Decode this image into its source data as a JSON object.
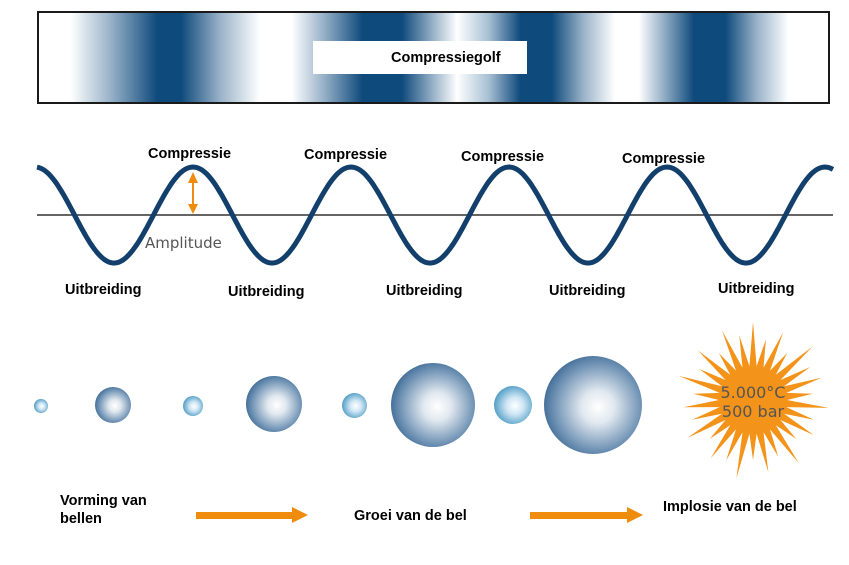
{
  "compression_wave": {
    "label": "Compressiegolf"
  },
  "wave": {
    "compression_labels": [
      "Compressie",
      "Compressie",
      "Compressie",
      "Compressie"
    ],
    "expansion_labels": [
      "Uitbreiding",
      "Uitbreiding",
      "Uitbreiding",
      "Uitbreiding",
      "Uitbreiding"
    ],
    "amplitude_label": "Amplitude"
  },
  "implosion": {
    "temperature": "5.000°C",
    "pressure": "500 bar"
  },
  "stages": {
    "formation": "Vorming van bellen",
    "growth": "Groei van de bel",
    "implosion": "Implosie van de bel"
  },
  "colors": {
    "wave": "#123f6b",
    "arrow": "#ef8c0e",
    "star": "#f39319"
  }
}
